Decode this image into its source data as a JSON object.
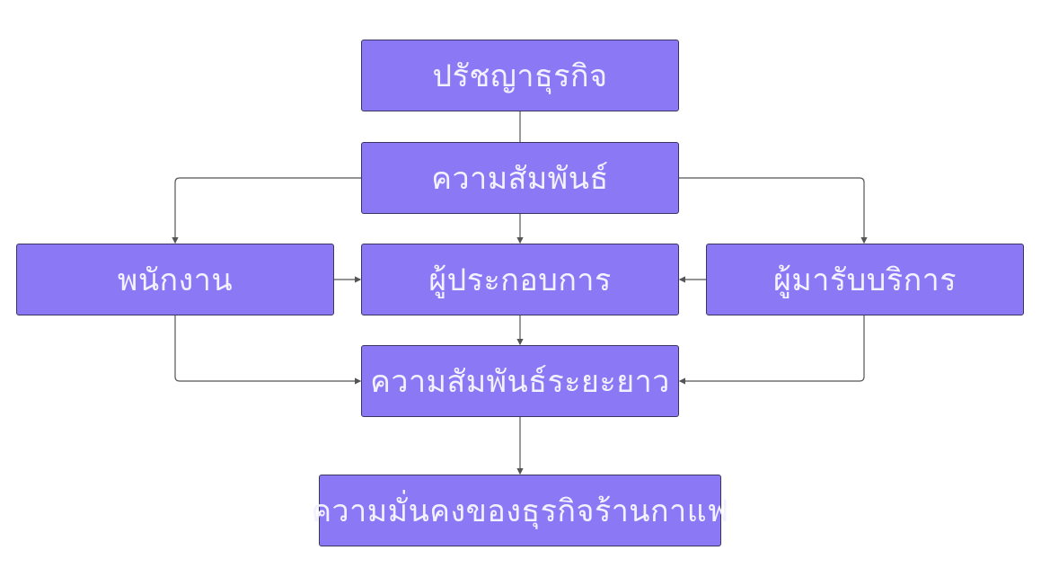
{
  "diagram": {
    "nodes": [
      {
        "id": "philosophy",
        "label": "ปรัชญาธุรกิจ"
      },
      {
        "id": "relationship",
        "label": "ความสัมพันธ์"
      },
      {
        "id": "employees",
        "label": "พนักงาน"
      },
      {
        "id": "entrepreneur",
        "label": "ผู้ประกอบการ"
      },
      {
        "id": "customers",
        "label": "ผู้มารับบริการ"
      },
      {
        "id": "long_term",
        "label": "ความสัมพันธ์ระยะยาว"
      },
      {
        "id": "stability",
        "label": "ความมั่นคงของธุรกิจร้านกาแฟ"
      }
    ],
    "edges": [
      [
        "philosophy",
        "relationship"
      ],
      [
        "relationship",
        "entrepreneur"
      ],
      [
        "relationship",
        "employees"
      ],
      [
        "relationship",
        "customers"
      ],
      [
        "employees",
        "entrepreneur"
      ],
      [
        "customers",
        "entrepreneur"
      ],
      [
        "entrepreneur",
        "long_term"
      ],
      [
        "employees",
        "long_term"
      ],
      [
        "customers",
        "long_term"
      ],
      [
        "long_term",
        "stability"
      ]
    ],
    "colors": {
      "box_fill": "#8b78f5",
      "box_border": "#3a3560",
      "line": "#555555",
      "text": "#f4f1ff"
    }
  }
}
